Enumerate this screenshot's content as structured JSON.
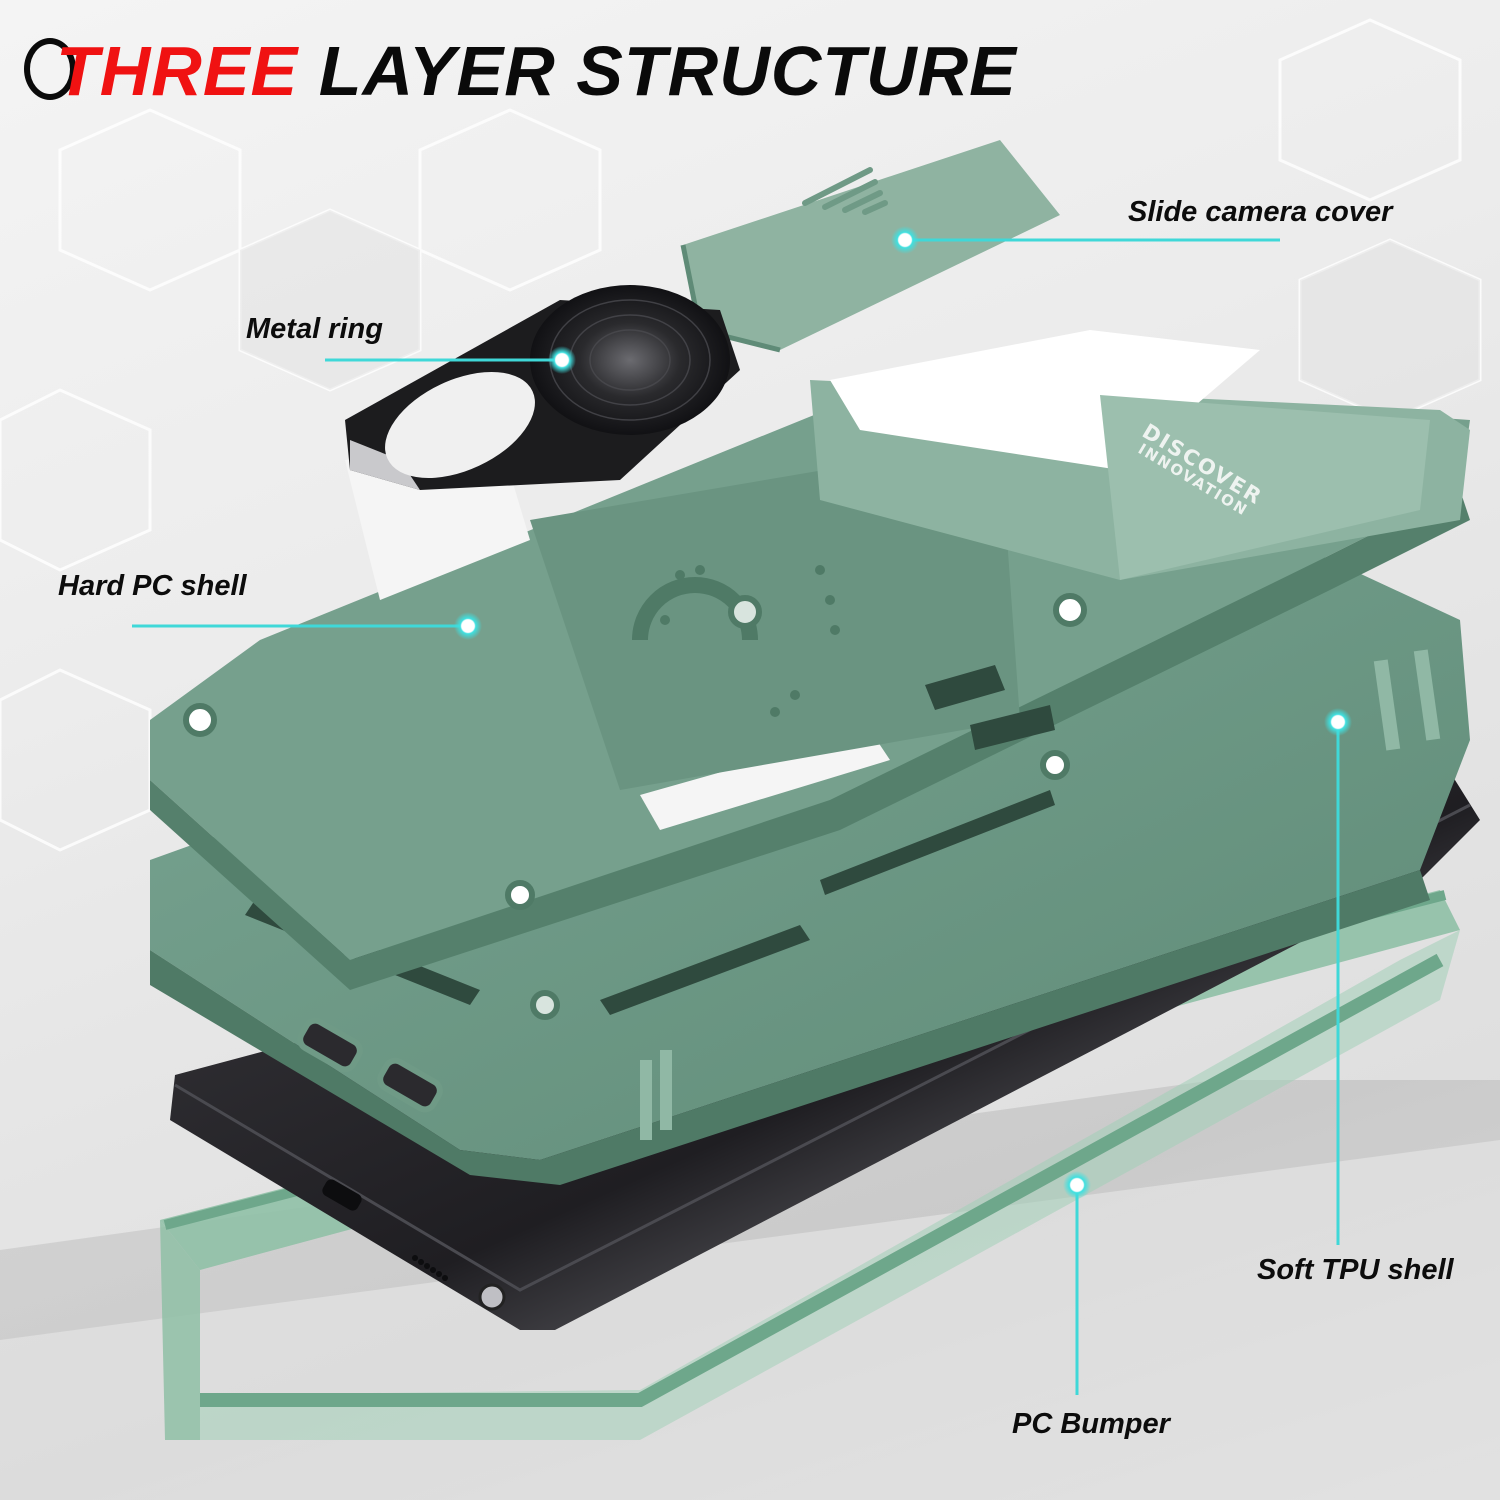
{
  "title": {
    "highlight": "THREE",
    "rest": "LAYER STRUCTURE",
    "highlight_color": "#f01212",
    "text_color": "#0a0a0a"
  },
  "callouts": [
    {
      "id": "slide-camera-cover",
      "label": "Slide camera cover"
    },
    {
      "id": "metal-ring",
      "label": "Metal ring"
    },
    {
      "id": "hard-pc-shell",
      "label": "Hard PC shell"
    },
    {
      "id": "soft-tpu-shell",
      "label": "Soft TPU shell"
    },
    {
      "id": "pc-bumper",
      "label": "PC Bumper"
    }
  ],
  "embossed_text": {
    "line1": "DISCOVER",
    "line2": "INNOVATION"
  },
  "colors": {
    "case_green": "#6f9a86",
    "case_green_dark": "#4f7a66",
    "case_green_light": "#93b5a4",
    "callout_line": "#3fd8d8",
    "phone_black": "#2b2a2e",
    "ring_black": "#1c1c1e"
  }
}
